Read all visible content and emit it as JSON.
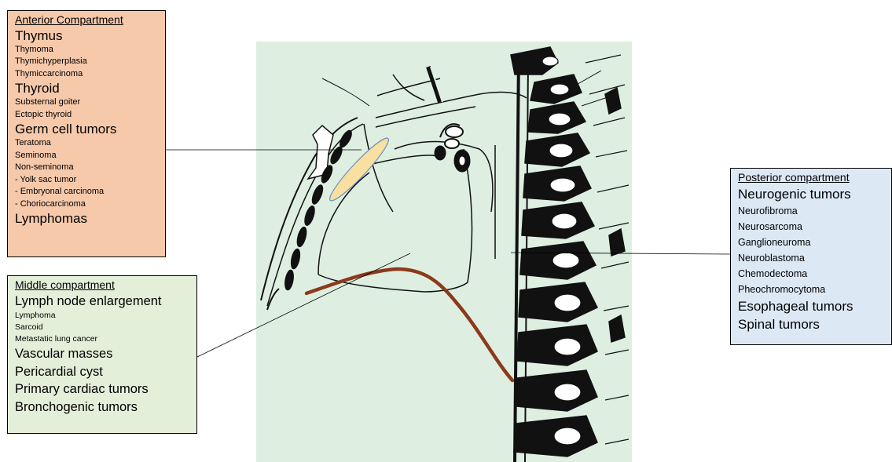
{
  "anterior": {
    "title": "Anterior Compartment",
    "items": [
      {
        "text": "Thymus",
        "level": "h"
      },
      {
        "text": "Thymoma",
        "level": "s"
      },
      {
        "text": "Thymichyperplasia",
        "level": "s"
      },
      {
        "text": "Thymiccarcinoma",
        "level": "s"
      },
      {
        "text": "Thyroid",
        "level": "h"
      },
      {
        "text": "Substernal goiter",
        "level": "s"
      },
      {
        "text": "Ectopic thyroid",
        "level": "s"
      },
      {
        "text": "Germ cell tumors",
        "level": "h"
      },
      {
        "text": "Teratoma",
        "level": "s"
      },
      {
        "text": "Seminoma",
        "level": "s"
      },
      {
        "text": "Non-seminoma",
        "level": "s"
      },
      {
        "text": "- Yolk sac tumor",
        "level": "s"
      },
      {
        "text": "- Embryonal carcinoma",
        "level": "s"
      },
      {
        "text": "- Choriocarcinoma",
        "level": "s"
      },
      {
        "text": "Lymphomas",
        "level": "h"
      }
    ]
  },
  "middle": {
    "title": "Middle compartment",
    "items": [
      {
        "text": "Lymph node enlargement",
        "level": "h"
      },
      {
        "text": "Lymphoma",
        "level": "s"
      },
      {
        "text": "Sarcoid",
        "level": "s"
      },
      {
        "text": "Metastatic lung cancer",
        "level": "s"
      },
      {
        "text": "Vascular masses",
        "level": "h"
      },
      {
        "text": "Pericardial cyst",
        "level": "h"
      },
      {
        "text": "Primary cardiac tumors",
        "level": "h"
      },
      {
        "text": "Bronchogenic tumors",
        "level": "h"
      }
    ]
  },
  "posterior": {
    "title": "Posterior compartment",
    "items": [
      {
        "text": "Neurogenic tumors",
        "level": "h"
      },
      {
        "text": "Neurofibroma",
        "level": "s"
      },
      {
        "text": "Neurosarcoma",
        "level": "s"
      },
      {
        "text": "Ganglioneuroma",
        "level": "s"
      },
      {
        "text": "Neuroblastoma",
        "level": "s"
      },
      {
        "text": "Chemodectoma",
        "level": "s"
      },
      {
        "text": "Pheochromocytoma",
        "level": "s"
      },
      {
        "text": "Esophageal tumors",
        "level": "h"
      },
      {
        "text": "Spinal tumors",
        "level": "h"
      }
    ]
  },
  "colors": {
    "anterior_bg": "#f7c9ab",
    "middle_bg": "#e4efda",
    "posterior_bg": "#dde8f5",
    "anatomy_bg": "#deefe2",
    "thymus_fill": "#f9dfa0",
    "thymus_stroke": "#6b8fbf",
    "aorta_stroke": "#8b3a1c"
  }
}
